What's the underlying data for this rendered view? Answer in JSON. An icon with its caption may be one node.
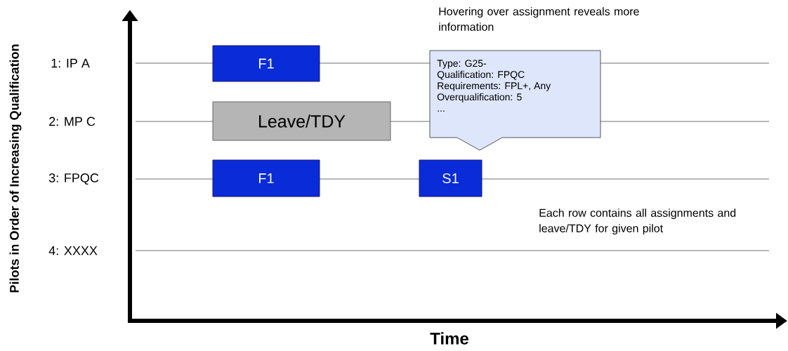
{
  "diagram": {
    "nodes": [
      {
        "text": [
          "F1"
        ]
      },
      {
        "text": [
          "Leave/TDY"
        ]
      },
      {
        "text": [
          "F1"
        ]
      },
      {
        "text": [
          "S1"
        ]
      },
      {
        "text": [
          "Type: G25-",
          "Qualification: FPQC",
          "Requirements: FPL+, Any",
          "Overqualification: 5",
          "..."
        ]
      }
    ],
    "labels": [
      "Pilots in Order of Increasing Qualification",
      "Hovering over assignment reveals more information",
      "1: IP A",
      "2: MP C",
      "3: FPQC",
      "Each row contains all assignments and leave/TDY for given pilot",
      "4: XXXX",
      "Time"
    ]
  }
}
